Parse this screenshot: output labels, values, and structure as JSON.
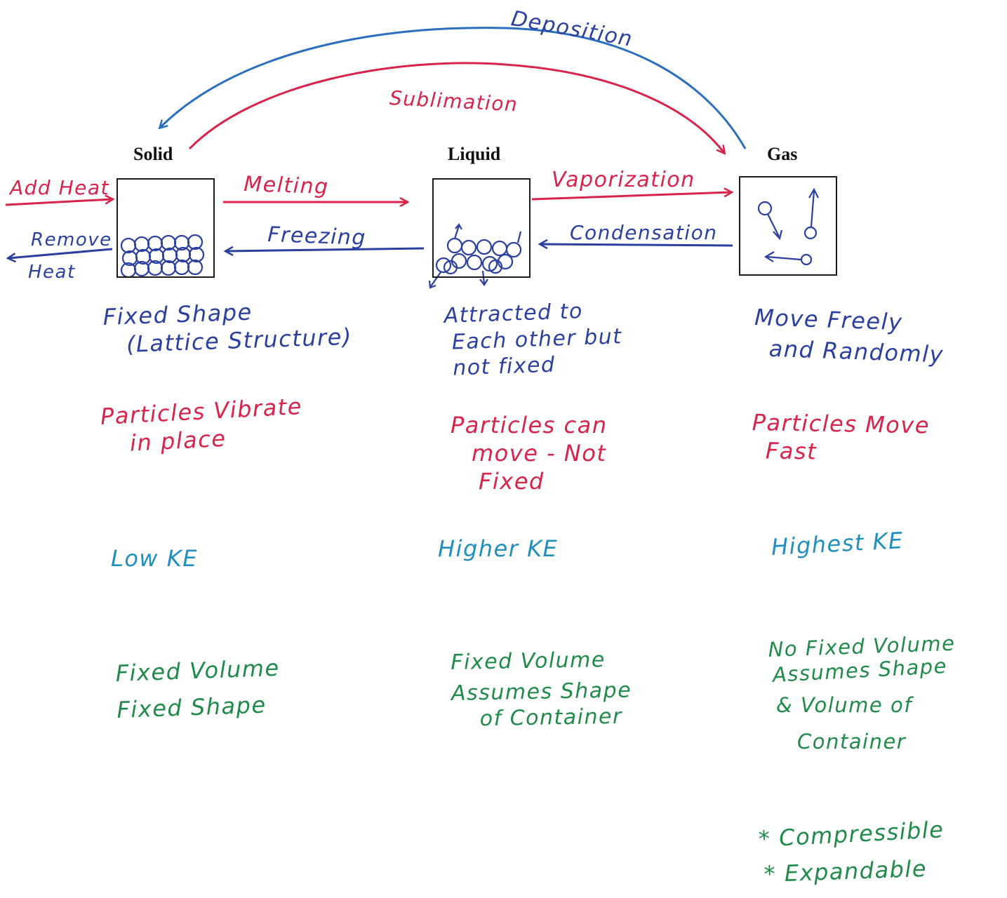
{
  "states": {
    "solid": "Solid",
    "liquid": "Liquid",
    "gas": "Gas"
  },
  "transitions": {
    "deposition": "Deposition",
    "sublimation": "Sublimation",
    "melting": "Melting",
    "freezing": "Freezing",
    "vaporization": "Vaporization",
    "condensation": "Condensation",
    "add_heat": "Add Heat",
    "remove_heat_line1": "Remove",
    "remove_heat_line2": "Heat"
  },
  "solid": {
    "shape_line1": "Fixed Shape",
    "shape_line2": "(Lattice Structure)",
    "motion_line1": "Particles Vibrate",
    "motion_line2": "in place",
    "energy": "Low KE",
    "volume_line1": "Fixed Volume",
    "volume_line2": "Fixed Shape"
  },
  "liquid": {
    "shape_line1": "Attracted to",
    "shape_line2": "Each other but",
    "shape_line3": "not fixed",
    "motion_line1": "Particles can",
    "motion_line2": "move - Not",
    "motion_line3": "Fixed",
    "energy": "Higher KE",
    "volume_line1": "Fixed Volume",
    "volume_line2": "Assumes Shape",
    "volume_line3": "of Container"
  },
  "gas": {
    "shape_line1": "Move Freely",
    "shape_line2": "and Randomly",
    "motion_line1": "Particles Move",
    "motion_line2": "Fast",
    "energy": "Highest KE",
    "volume_line1": "No Fixed Volume",
    "volume_line2": "Assumes Shape",
    "volume_line3": "& Volume of",
    "volume_line4": "Container",
    "note1": "* Compressible",
    "note2": "* Expandable"
  },
  "colors": {
    "red": "#d8234a",
    "blue": "#2a3fa0",
    "cyan": "#1f8fbf",
    "green": "#1f8a4a"
  }
}
